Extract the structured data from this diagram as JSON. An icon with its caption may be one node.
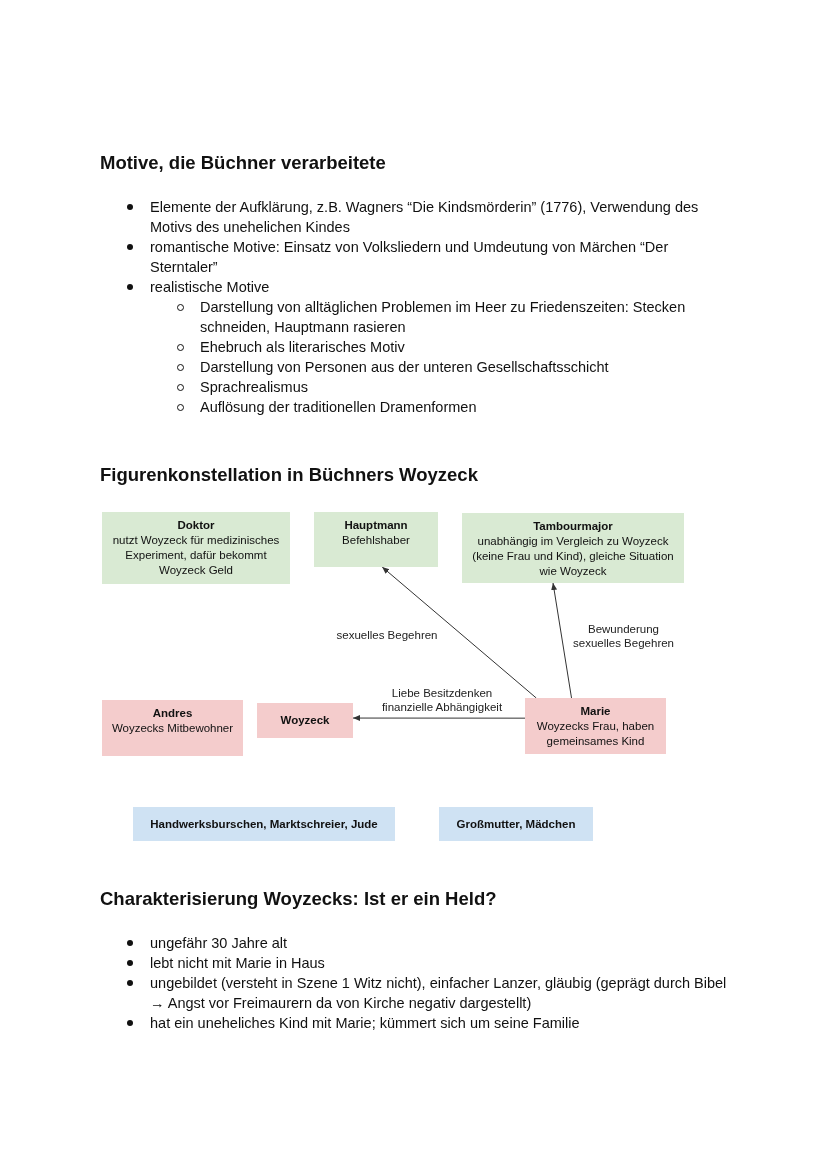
{
  "diagram": {
    "nodes": [
      {
        "text": [
          "Doktor",
          "nutzt Woyzeck für medizinisches Experiment, dafür bekommt Woyzeck Geld"
        ]
      },
      {
        "text": [
          "Hauptmann",
          "Befehlshaber"
        ]
      },
      {
        "text": [
          "Tambourmajor",
          "unabhängig im Vergleich zu Woyzeck (keine Frau und Kind), gleiche Situation wie Woyzeck"
        ]
      },
      {
        "text": [
          "Andres",
          "Woyzecks Mitbewohner"
        ]
      },
      {
        "text": [
          "Woyzeck"
        ]
      },
      {
        "text": [
          "Marie",
          "Woyzecks Frau, haben gemeinsames Kind"
        ]
      },
      {
        "text": [
          "Handwerksburschen, Marktschreier, Jude"
        ]
      },
      {
        "text": [
          "Großmutter, Mädchen"
        ]
      }
    ],
    "edges": [
      {
        "from": 5,
        "to": 1,
        "arrow": "to",
        "label": "sexuelles Begehren"
      },
      {
        "from": 5,
        "to": 2,
        "arrow": "to",
        "label": "Bewunderung sexuelles Begehren"
      },
      {
        "from": 5,
        "to": 4,
        "arrow": "to",
        "label": "Liebe Besitzdenken finanzielle Abhängigkeit"
      }
    ],
    "labels": [
      "Motive, die Büchner verarbeitete",
      "Elemente der Aufklärung, z.B. Wagners “Die Kindsmörderin” (1776), Verwendung des Motivs des unehelichen Kindes",
      "romantische Motive: Einsatz von Volksliedern und Umdeutung von Märchen “Der Sterntaler”",
      "realistische Motive",
      "Darstellung von alltäglichen Problemen im Heer zu Friedenszeiten: Stecken schneiden, Hauptmann rasieren",
      "Ehebruch als literarisches Motiv",
      "Darstellung von Personen aus der unteren Gesellschaftsschicht",
      "Sprachrealismus",
      "Auflösung der traditionellen Dramenformen",
      "Figurenkonstellation in Büchners Woyzeck",
      "Charakterisierung Woyzecks: Ist er ein Held?",
      "ungefähr 30 Jahre alt",
      "lebt nicht mit Marie in Haus",
      "ungebildet (versteht in Szene 1 Witz nicht), einfacher Lanzer, gläubig (geprägt durch Bibel → Angst vor Freimaurern da von Kirche negativ dargestellt)",
      "hat ein uneheliches Kind mit Marie; kümmert sich um seine Familie"
    ]
  }
}
